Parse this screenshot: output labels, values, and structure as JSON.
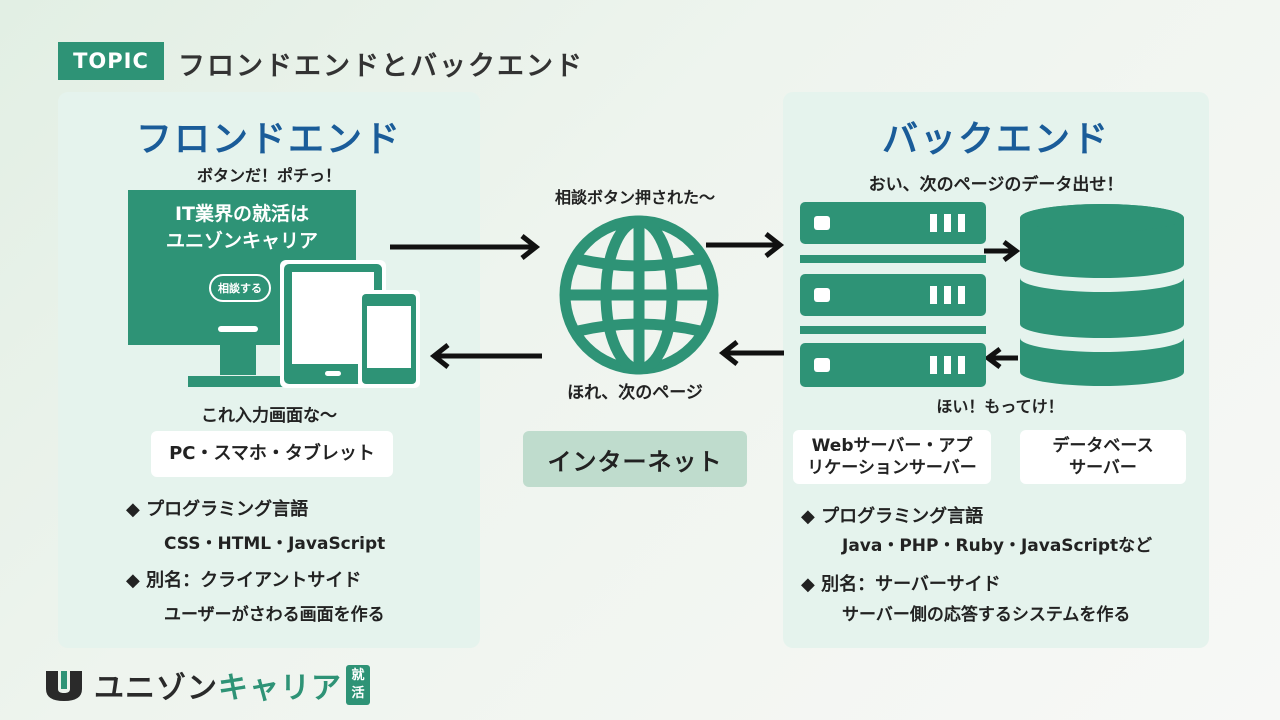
{
  "header": {
    "tag": "TOPIC",
    "title": "フロンドエンドとバックエンド"
  },
  "frontend": {
    "heading": "フロンドエンド",
    "speech_top": "ボタンだ！ポチっ！",
    "screen_line1": "IT業界の就活は",
    "screen_line2": "ユニゾンキャリア",
    "screen_button": "相談する",
    "speech_bottom": "これ入力画面な〜",
    "device_label": "PC・スマホ・タブレット",
    "bullet1": "◆ プログラミング言語",
    "bullet1_detail": "CSS・HTML・JavaScript",
    "bullet2": "◆ 別名：クライアントサイド",
    "bullet2_detail": "ユーザーがさわる画面を作る"
  },
  "internet": {
    "speech_top": "相談ボタン押された〜",
    "speech_bottom": "ほれ、次のページ",
    "label": "インターネット"
  },
  "backend": {
    "heading": "バックエンド",
    "speech_top": "おい、次のページのデータ出せ！",
    "speech_bottom": "ほい！もってけ！",
    "server_label_line1": "Webサーバー・アプ",
    "server_label_line2": "リケーションサーバー",
    "db_label_line1": "データベース",
    "db_label_line2": "サーバー",
    "bullet1": "◆ プログラミング言語",
    "bullet1_detail": "Java・PHP・Ruby・JavaScriptなど",
    "bullet2": "◆ 別名：サーバーサイド",
    "bullet2_detail": "サーバー側の応答するシステムを作る"
  },
  "logo": {
    "text_a": "ユニゾン",
    "text_b": "キャリア",
    "badge1": "就",
    "badge2": "活"
  },
  "colors": {
    "accent": "#2e9376",
    "heading": "#1a5c99",
    "panel": "#e5f3ed",
    "internet_box": "#bfdccd"
  }
}
